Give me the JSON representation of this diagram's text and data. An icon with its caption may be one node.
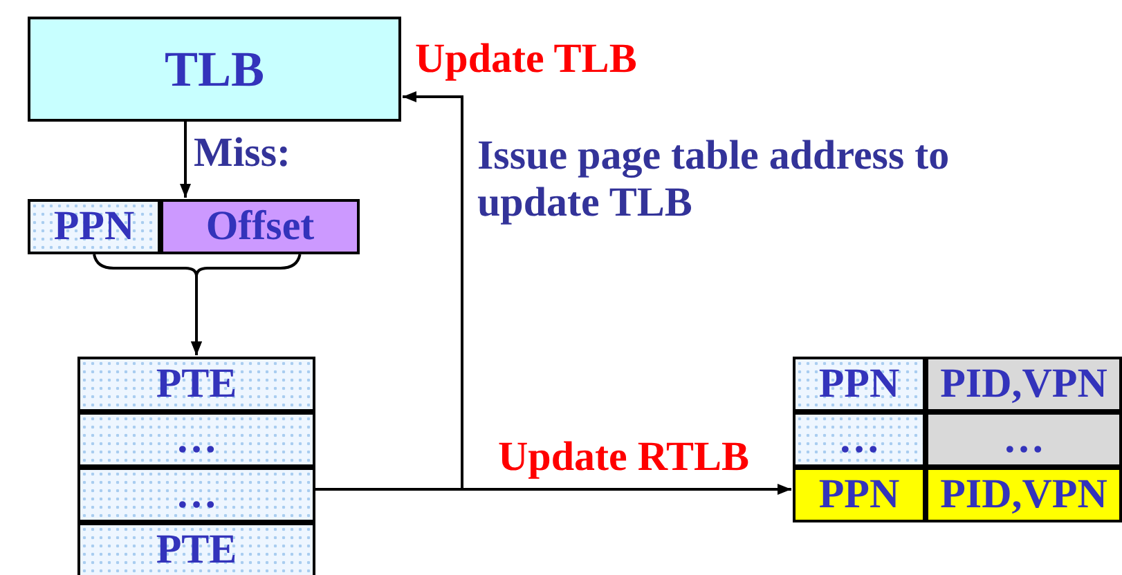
{
  "diagram": {
    "nodes": [
      {
        "text": [
          "TLB"
        ]
      },
      {
        "text": [
          "PPN"
        ]
      },
      {
        "text": [
          "Offset"
        ]
      },
      {
        "text": [
          "PTE"
        ]
      },
      {
        "text": [
          "…"
        ]
      },
      {
        "text": [
          "…"
        ]
      },
      {
        "text": [
          "PTE"
        ]
      },
      {
        "text": [
          "PPN"
        ]
      },
      {
        "text": [
          "PID,VPN"
        ]
      },
      {
        "text": [
          "…"
        ]
      },
      {
        "text": [
          "…"
        ]
      },
      {
        "text": [
          "PPN"
        ]
      },
      {
        "text": [
          "PID,VPN"
        ]
      }
    ],
    "edges": [
      {
        "from": 0,
        "to": 2,
        "arrow": "to",
        "label": "Miss:"
      },
      {
        "from": 1,
        "to": 3,
        "arrow": "to"
      },
      {
        "from": 2,
        "to": 3,
        "arrow": "to"
      },
      {
        "from": 5,
        "to": 11,
        "arrow": "to",
        "label": "Update RTLB"
      },
      {
        "from": 5,
        "to": 0,
        "arrow": "to",
        "label": "Update TLB"
      }
    ],
    "labels": [
      "Issue page table address to update TLB"
    ]
  }
}
